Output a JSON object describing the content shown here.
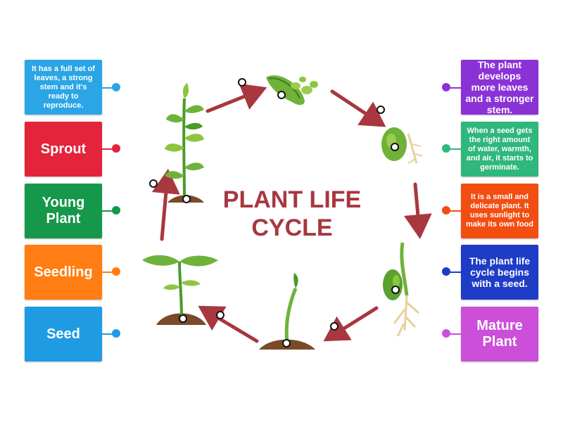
{
  "title": {
    "line1": "PLANT LIFE",
    "line2": "CYCLE"
  },
  "left_cards": [
    {
      "text": "It has a full set of leaves, a strong stem and it's ready to reproduce.",
      "color": "#2aa5e6"
    },
    {
      "text": "Sprout",
      "color": "#e3243b"
    },
    {
      "text": "Young Plant",
      "color": "#16984a"
    },
    {
      "text": "Seedling",
      "color": "#ff7d12"
    },
    {
      "text": "Seed",
      "color": "#1e9be3"
    }
  ],
  "right_cards": [
    {
      "text": "The plant develops more leaves and a stronger stem.",
      "color": "#8b32d6"
    },
    {
      "text": "When a seed gets the right amount of water, warmth, and air, it starts to germinate.",
      "color": "#2fb77d"
    },
    {
      "text": "It is a small and delicate plant. It uses sunlight to make its own food",
      "color": "#f24e12"
    },
    {
      "text": "The plant life cycle begins with a seed.",
      "color": "#1e3cc6"
    },
    {
      "text": "Mature Plant",
      "color": "#cc4fd9"
    }
  ],
  "colors": {
    "arrow": "#a8373f",
    "leaf_light": "#8cc63f",
    "leaf_dark": "#4a9a2a",
    "soil": "#7a4a2a",
    "root": "#e8d0a0"
  }
}
